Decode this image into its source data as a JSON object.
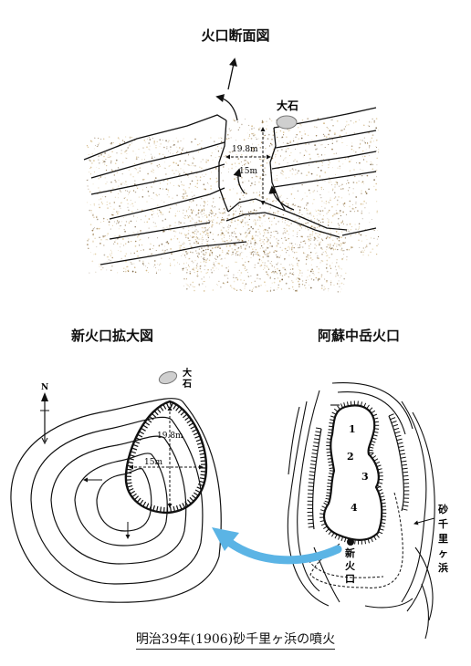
{
  "titles": {
    "cross_section": "火口断面図",
    "enlarged": "新火口拡大図",
    "aso": "阿蘇中岳火口"
  },
  "labels": {
    "big_rock": "大石",
    "big_rock_v1": "大",
    "big_rock_v2": "石",
    "width": "19.8m",
    "depth": "15m",
    "north": "N",
    "crater_nums": [
      "1",
      "2",
      "3",
      "4"
    ],
    "sand_v": [
      "砂",
      "千",
      "里",
      "ヶ",
      "浜"
    ],
    "new_crater_v": [
      "新",
      "火",
      "口"
    ]
  },
  "caption": "明治39年(1906)砂千里ヶ浜の噴火",
  "colors": {
    "arrow_blue": "#5bb4e5",
    "sand_dots": "#c9a86b",
    "line": "#111111"
  }
}
